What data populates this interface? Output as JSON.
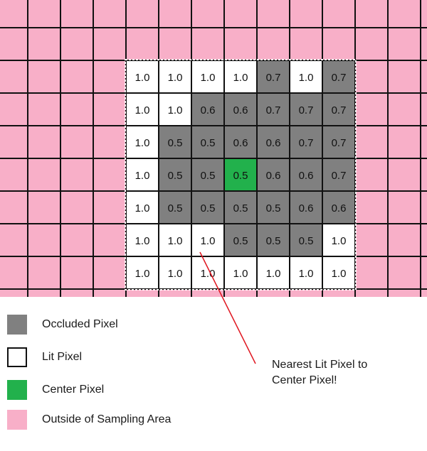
{
  "grid": {
    "rows": [
      [
        "1.0",
        "1.0",
        "1.0",
        "1.0",
        "0.7",
        "1.0",
        "0.7"
      ],
      [
        "1.0",
        "1.0",
        "0.6",
        "0.6",
        "0.7",
        "0.7",
        "0.7"
      ],
      [
        "1.0",
        "0.5",
        "0.5",
        "0.6",
        "0.6",
        "0.7",
        "0.7"
      ],
      [
        "1.0",
        "0.5",
        "0.5",
        "0.5",
        "0.6",
        "0.6",
        "0.7"
      ],
      [
        "1.0",
        "0.5",
        "0.5",
        "0.5",
        "0.5",
        "0.6",
        "0.6"
      ],
      [
        "1.0",
        "1.0",
        "1.0",
        "0.5",
        "0.5",
        "0.5",
        "1.0"
      ],
      [
        "1.0",
        "1.0",
        "1.0",
        "1.0",
        "1.0",
        "1.0",
        "1.0"
      ]
    ],
    "types": [
      [
        "lit",
        "lit",
        "lit",
        "lit",
        "occluded",
        "lit",
        "occluded"
      ],
      [
        "lit",
        "lit",
        "occluded",
        "occluded",
        "occluded",
        "occluded",
        "occluded"
      ],
      [
        "lit",
        "occluded",
        "occluded",
        "occluded",
        "occluded",
        "occluded",
        "occluded"
      ],
      [
        "lit",
        "occluded",
        "occluded",
        "center",
        "occluded",
        "occluded",
        "occluded"
      ],
      [
        "lit",
        "occluded",
        "occluded",
        "occluded",
        "occluded",
        "occluded",
        "occluded"
      ],
      [
        "lit",
        "lit",
        "lit",
        "occluded",
        "occluded",
        "occluded",
        "lit"
      ],
      [
        "lit",
        "lit",
        "lit",
        "lit",
        "lit",
        "lit",
        "lit"
      ]
    ]
  },
  "colors": {
    "outside": "#f8afc8",
    "occluded": "#808080",
    "lit": "#ffffff",
    "center": "#22b14c",
    "grid_line": "#111111",
    "arrow": "#e0141e"
  },
  "legend": [
    {
      "label": "Occluded Pixel",
      "type": "occluded"
    },
    {
      "label": "Lit Pixel",
      "type": "lit"
    },
    {
      "label": "Center Pixel",
      "type": "center"
    },
    {
      "label": "Outside of Sampling Area",
      "type": "outside"
    }
  ],
  "callout": {
    "line1": "Nearest Lit Pixel to",
    "line2": "Center Pixel!"
  }
}
